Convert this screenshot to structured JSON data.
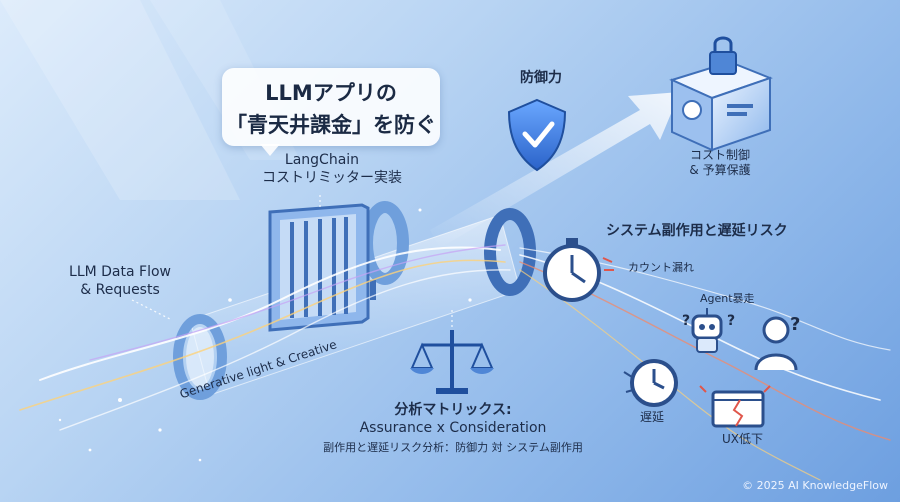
{
  "title": {
    "line1": "LLMアプリの",
    "line2": "「青天井課金」を防ぐ"
  },
  "langchain": {
    "line1": "LangChain",
    "line2": "コストリミッター実装"
  },
  "data_flow": {
    "line1": "LLM Data Flow",
    "line2": "& Requests"
  },
  "generative": "Generative light & Creative",
  "defense": "防御力",
  "cost": {
    "line1": "コスト制御",
    "line2": "& 予算保護"
  },
  "risk": "システム副作用と遅延リスク",
  "count_leak": "カウント漏れ",
  "agent": "Agent暴走",
  "delay": "遅延",
  "ux": "UX低下",
  "matrix": {
    "line1": "分析マトリックス:",
    "line2": "Assurance x Consideration",
    "line3": "副作用と遅延リスク分析：防御力 対 システム副作用"
  },
  "copyright": "© 2025 AI KnowledgeFlow",
  "colors": {
    "accent": "#2f6fd6",
    "alert": "#e0564b",
    "ink": "#1d2d4a"
  }
}
